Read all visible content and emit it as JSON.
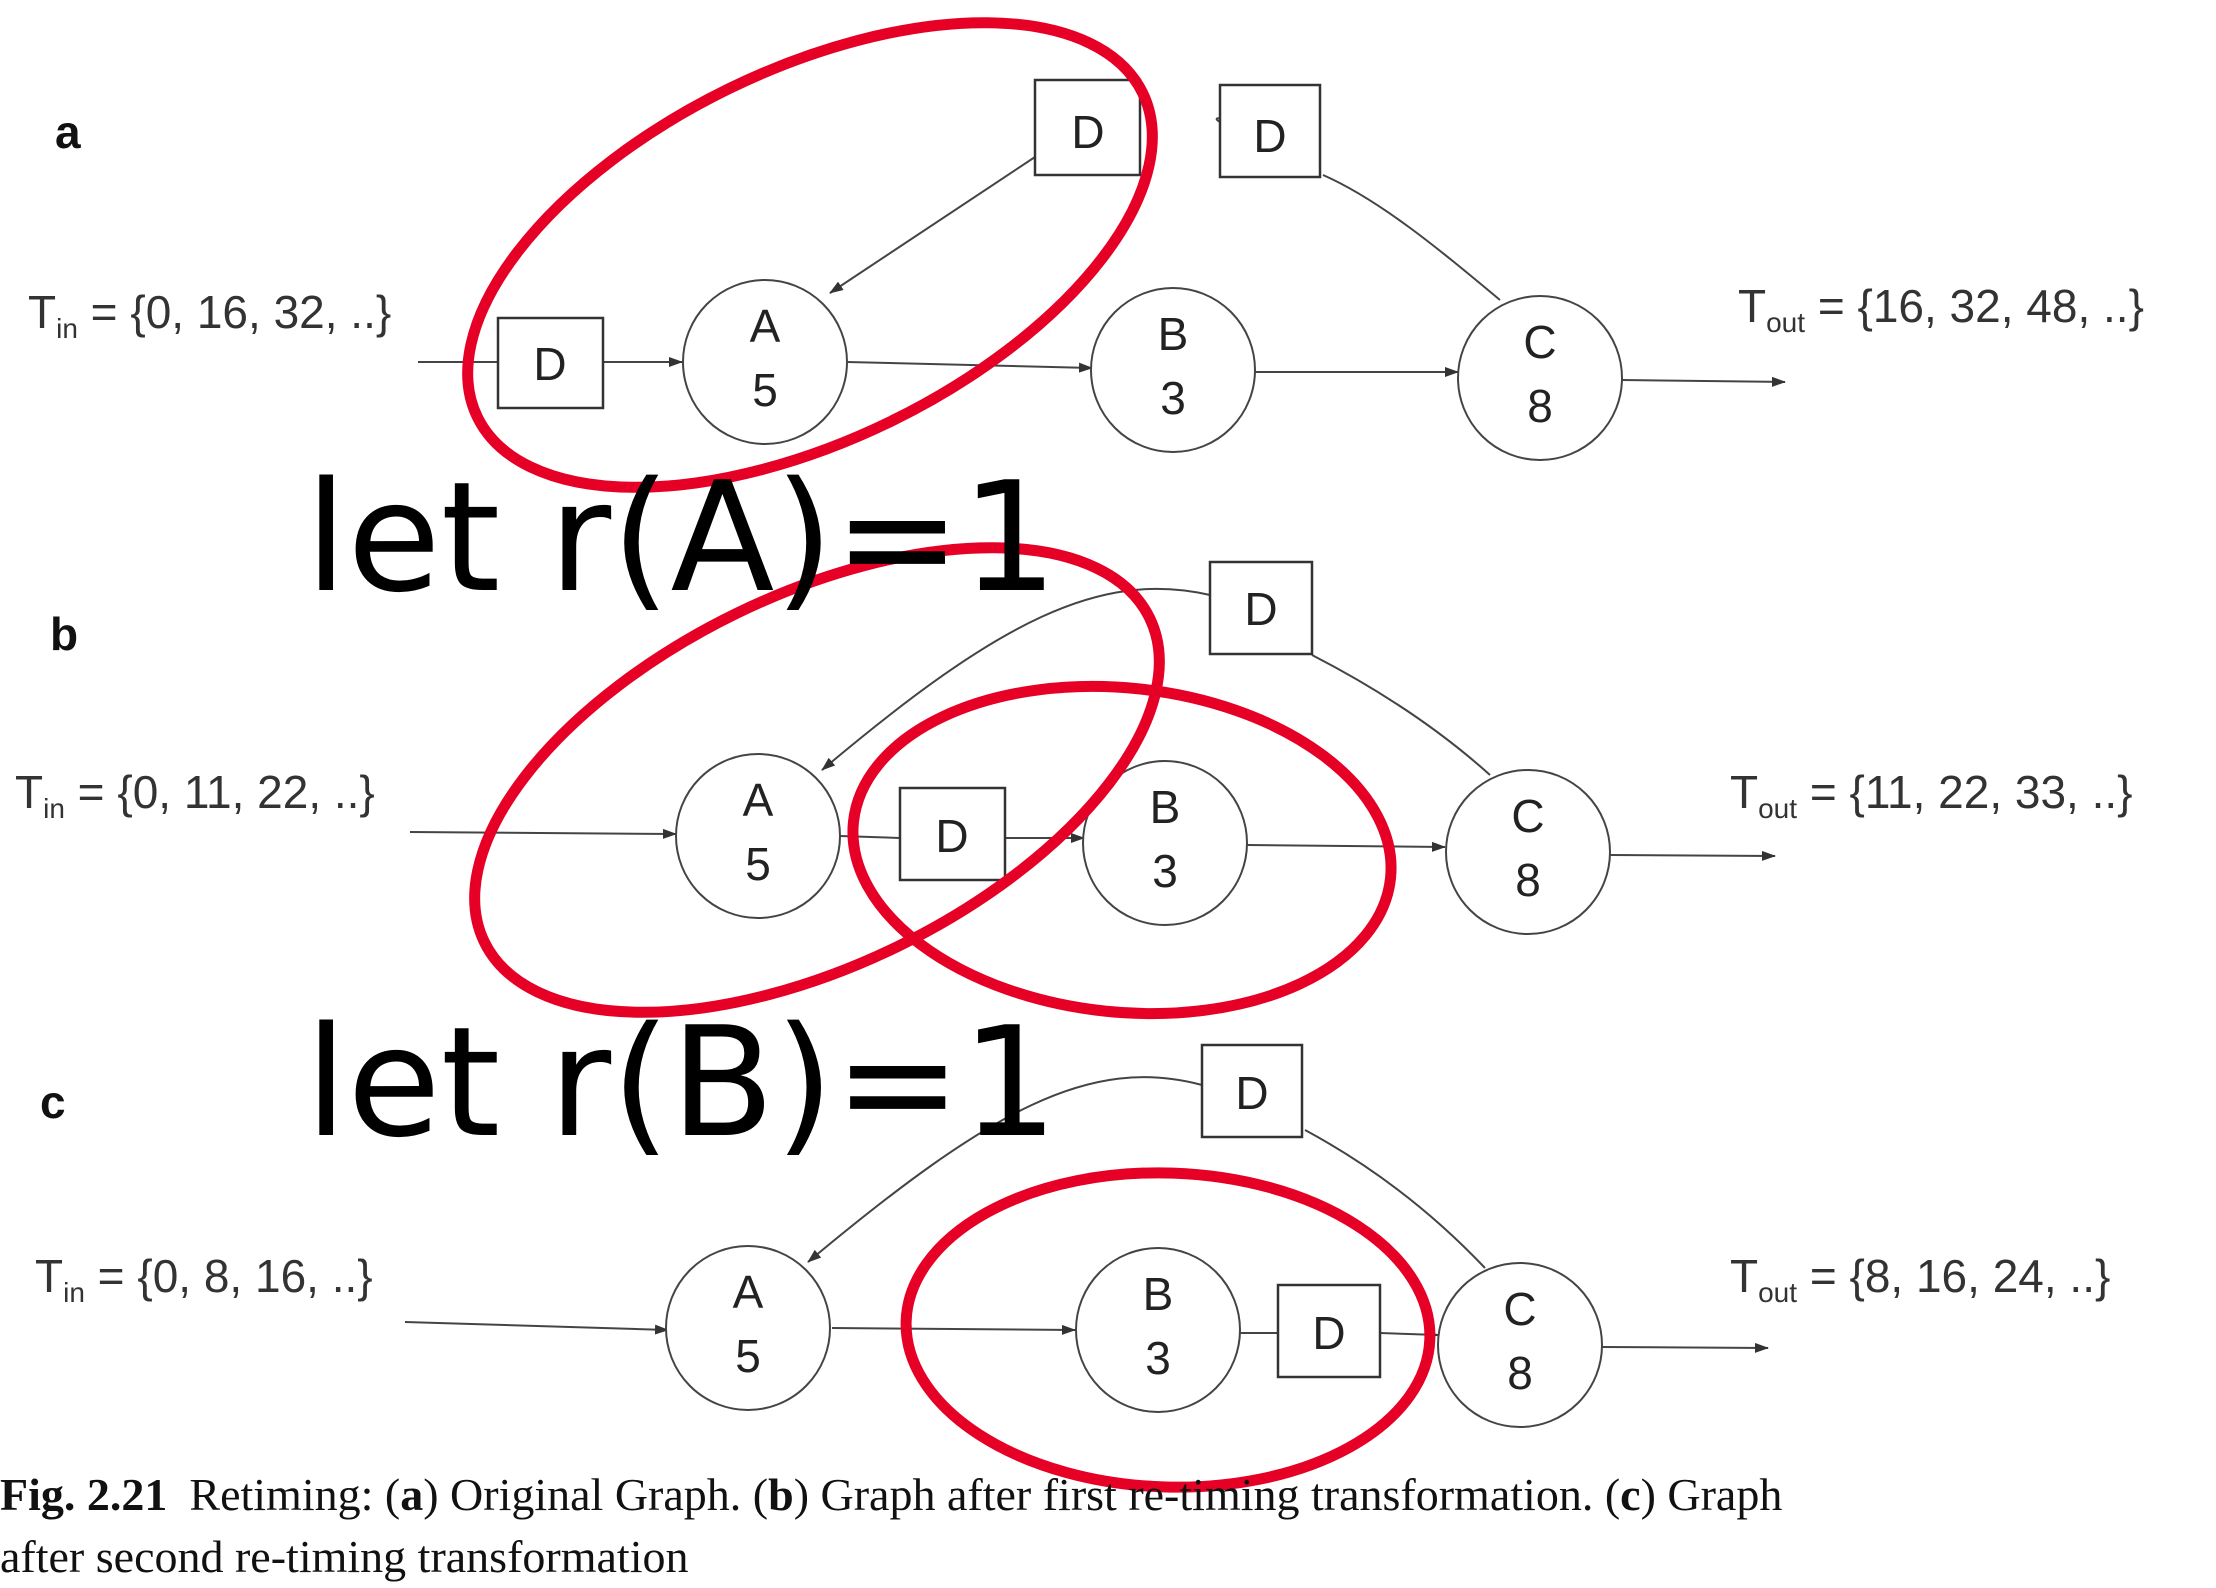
{
  "panels": [
    {
      "letter": "a",
      "tin": {
        "main": "T",
        "sub": "in",
        "rest": " = {0, 16, 32, ..}"
      },
      "tout": {
        "main": "T",
        "sub": "out",
        "rest": " = {16, 32, 48, ..}"
      },
      "nodes": [
        {
          "letter": "A",
          "value": "5"
        },
        {
          "letter": "B",
          "value": "3"
        },
        {
          "letter": "C",
          "value": "8"
        }
      ],
      "delays": [
        "D",
        "D",
        "D"
      ]
    },
    {
      "letter": "b",
      "tin": {
        "main": "T",
        "sub": "in",
        "rest": " = {0, 11, 22, ..}"
      },
      "tout": {
        "main": "T",
        "sub": "out",
        "rest": " = {11, 22, 33, ..}"
      },
      "nodes": [
        {
          "letter": "A",
          "value": "5"
        },
        {
          "letter": "B",
          "value": "3"
        },
        {
          "letter": "C",
          "value": "8"
        }
      ],
      "delays": [
        "D",
        "D"
      ]
    },
    {
      "letter": "c",
      "tin": {
        "main": "T",
        "sub": "in",
        "rest": " = {0, 8, 16, ..}"
      },
      "tout": {
        "main": "T",
        "sub": "out",
        "rest": " = {8, 16, 24, ..}"
      },
      "nodes": [
        {
          "letter": "A",
          "value": "5"
        },
        {
          "letter": "B",
          "value": "3"
        },
        {
          "letter": "C",
          "value": "8"
        }
      ],
      "delays": [
        "D",
        "D"
      ]
    }
  ],
  "annotations": {
    "first": "let r(A)=1",
    "second": "let r(B)=1",
    "color": "#e60026"
  },
  "caption": {
    "label": "Fig. 2.21",
    "part1": "Retiming: (",
    "a": "a",
    "part2": ") Original Graph. (",
    "b": "b",
    "part3": ") Graph after first re-timing transformation. (",
    "c": "c",
    "part4": ") Graph",
    "line2": "after second re-timing transformation"
  }
}
